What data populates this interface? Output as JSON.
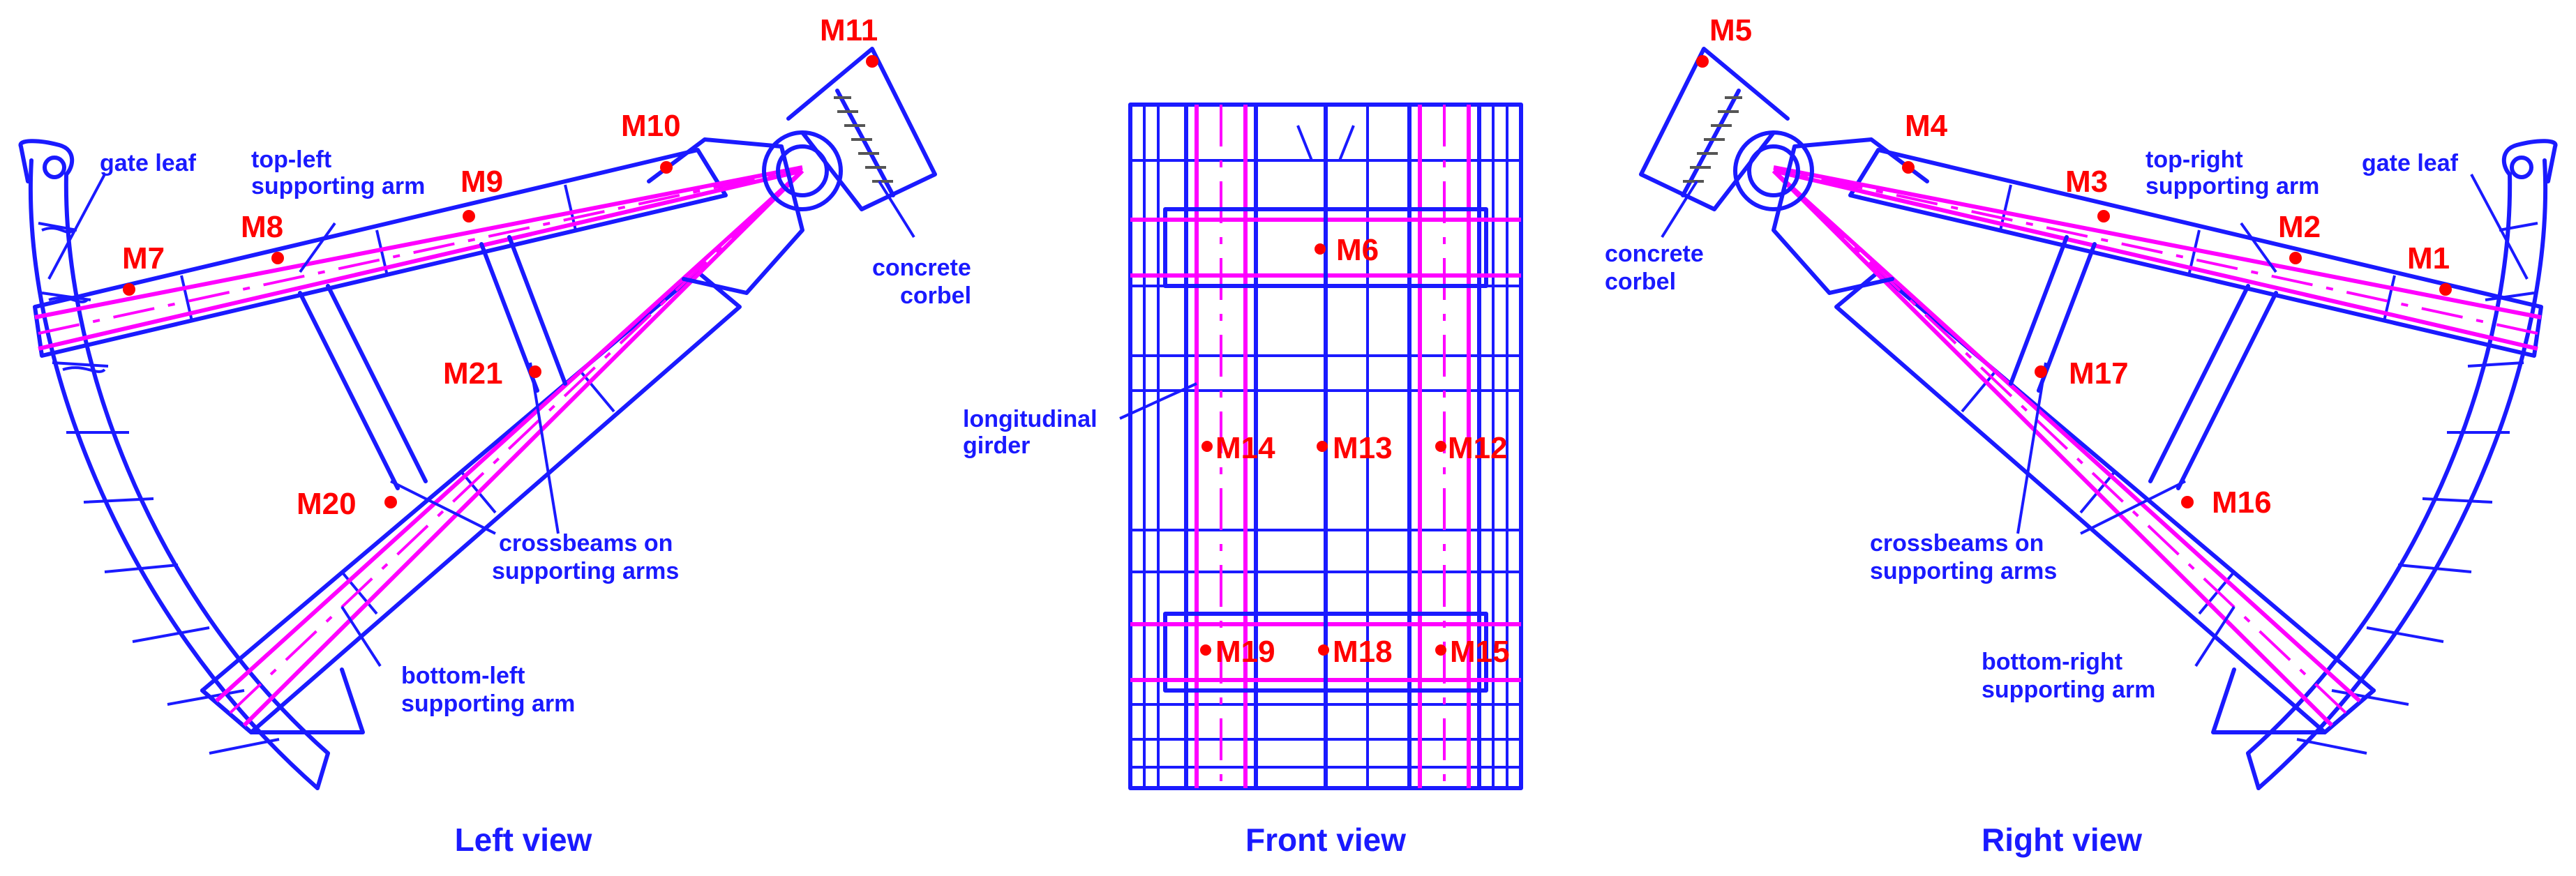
{
  "views": {
    "left": "Left view",
    "front": "Front view",
    "right": "Right view"
  },
  "labels": {
    "gate_leaf_left": "gate leaf",
    "top_left_arm": "top-left",
    "top_left_arm_2": "supporting arm",
    "concrete_left_1": "concrete",
    "concrete_left_2": "corbel",
    "crossbeams_left_1": "crossbeams on",
    "crossbeams_left_2": "supporting arms",
    "bottom_left_1": "bottom-left",
    "bottom_left_2": "supporting arm",
    "longitudinal_1": "longitudinal",
    "longitudinal_2": "girder",
    "concrete_right_1": "concrete",
    "concrete_right_2": "corbel",
    "top_right_1": "top-right",
    "top_right_2": "supporting arm",
    "gate_leaf_right": "gate leaf",
    "crossbeams_right_1": "crossbeams on",
    "crossbeams_right_2": "supporting arms",
    "bottom_right_1": "bottom-right",
    "bottom_right_2": "supporting arm"
  },
  "markers": {
    "M1": "M1",
    "M2": "M2",
    "M3": "M3",
    "M4": "M4",
    "M5": "M5",
    "M6": "M6",
    "M7": "M7",
    "M8": "M8",
    "M9": "M9",
    "M10": "M10",
    "M11": "M11",
    "M12": "M12",
    "M13": "M13",
    "M14": "M14",
    "M15": "M15",
    "M16": "M16",
    "M17": "M17",
    "M18": "M18",
    "M19": "M19",
    "M20": "M20",
    "M21": "M21"
  },
  "colors": {
    "structure": "#1a1aff",
    "arm_axis": "#ff00ff",
    "marker": "#ff0000"
  }
}
